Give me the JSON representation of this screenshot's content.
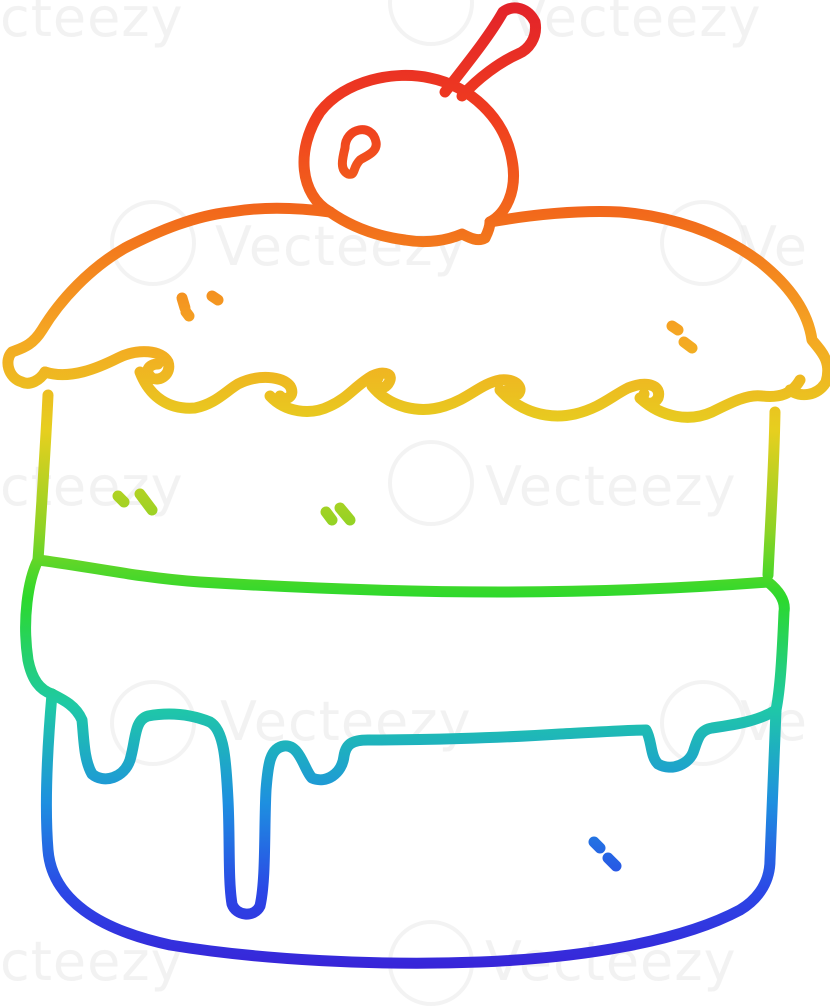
{
  "image": {
    "subject": "cake-with-cherry",
    "style": "rainbow-gradient-line-art",
    "background": "#ffffff"
  },
  "gradient": {
    "stops": [
      "#e2222a",
      "#f26a1b",
      "#f5a623",
      "#e6cf1f",
      "#8fd325",
      "#2cd92c",
      "#1fc9a6",
      "#1e8fe0",
      "#2b47e6",
      "#3a1fd6"
    ]
  },
  "watermark": {
    "text": "Vecteezy"
  }
}
